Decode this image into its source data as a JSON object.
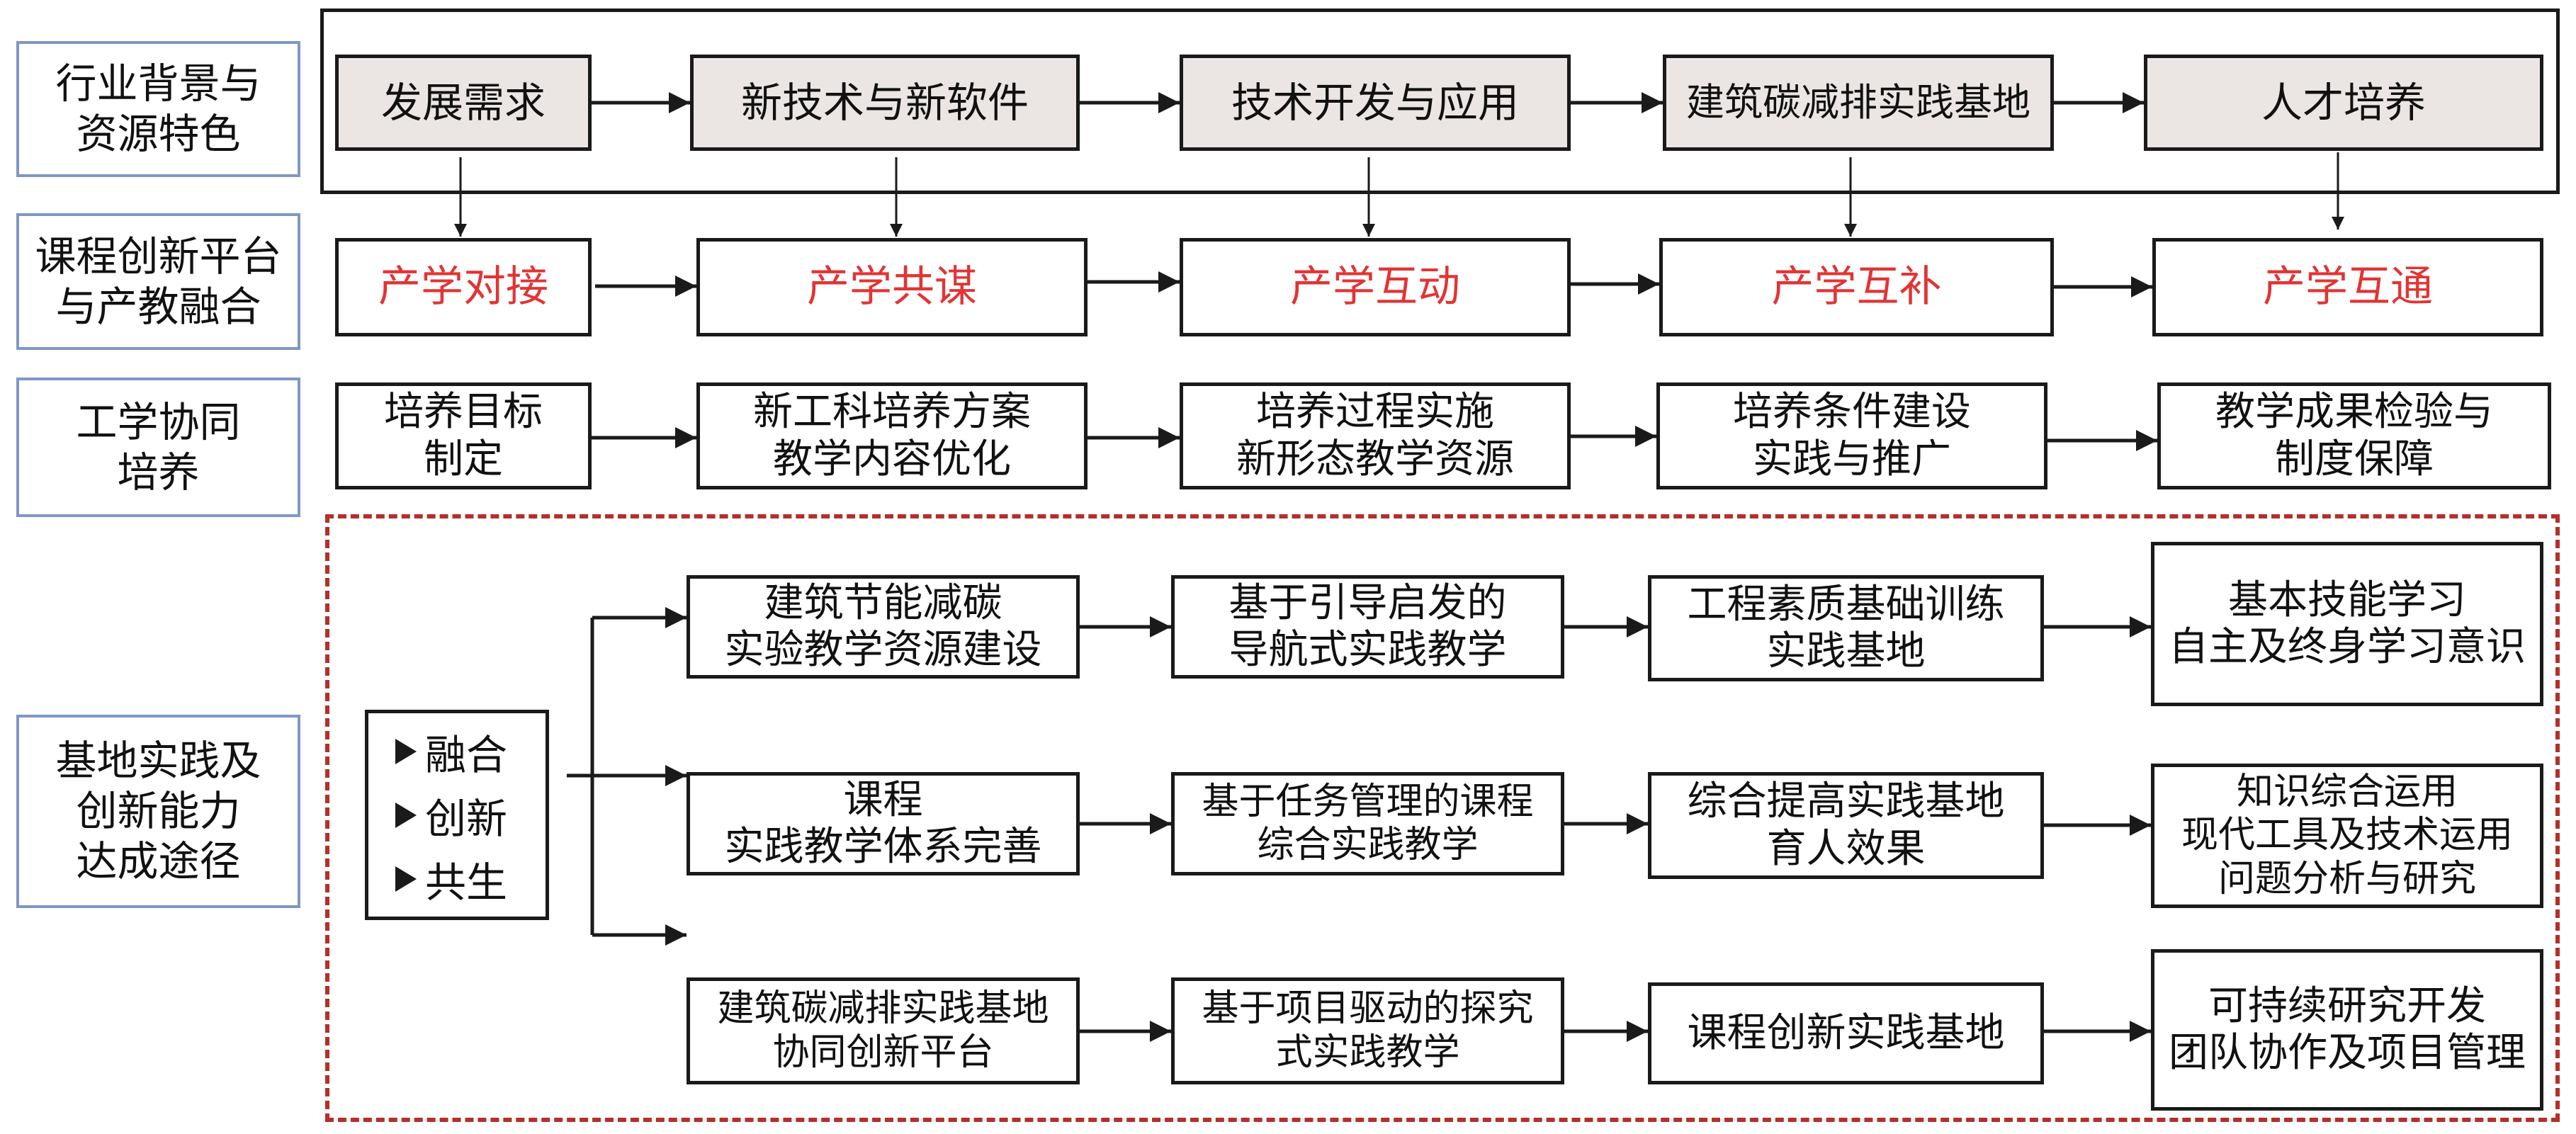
{
  "rows": [
    {
      "label": "行业背景与\n资源特色",
      "items": [
        "发展需求",
        "新技术与新软件",
        "技术开发与应用",
        "建筑碳减排实践基地",
        "人才培养"
      ]
    },
    {
      "label": "课程创新平台\n与产教融合",
      "items": [
        "产学对接",
        "产学共谋",
        "产学互动",
        "产学互补",
        "产学互通"
      ]
    },
    {
      "label": "工学协同\n培养",
      "items": [
        "培养目标\n制定",
        "新工科培养方案\n教学内容优化",
        "培养过程实施\n新形态教学资源",
        "培养条件建设\n实践与推广",
        "教学成果检验与\n制度保障"
      ]
    }
  ],
  "practice": {
    "label": "基地实践及\n创新能力\n达成途径",
    "bullets": [
      "融合",
      "创新",
      "共生"
    ],
    "bullet_icon": "arrowhead-bullet-icon",
    "paths": [
      [
        "建筑节能减碳\n实验教学资源建设",
        "基于引导启发的\n导航式实践教学",
        "工程素质基础训练\n实践基地",
        "基本技能学习\n自主及终身学习意识"
      ],
      [
        "课程\n实践教学体系完善",
        "基于任务管理的课程\n综合实践教学",
        "综合提高实践基地\n育人效果",
        "知识综合运用\n现代工具及技术运用\n问题分析与研究"
      ],
      [
        "建筑碳减排实践基地\n协同创新平台",
        "基于项目驱动的探究\n式实践教学",
        "课程创新实践基地",
        "可持续研究开发\n团队协作及项目管理"
      ]
    ]
  },
  "colors": {
    "label_border": "#7f97c4",
    "gray_fill": "#ebe6e4",
    "highlight_text": "#e23434",
    "dashed_border": "#b3302b",
    "line": "#1a1a1a"
  }
}
